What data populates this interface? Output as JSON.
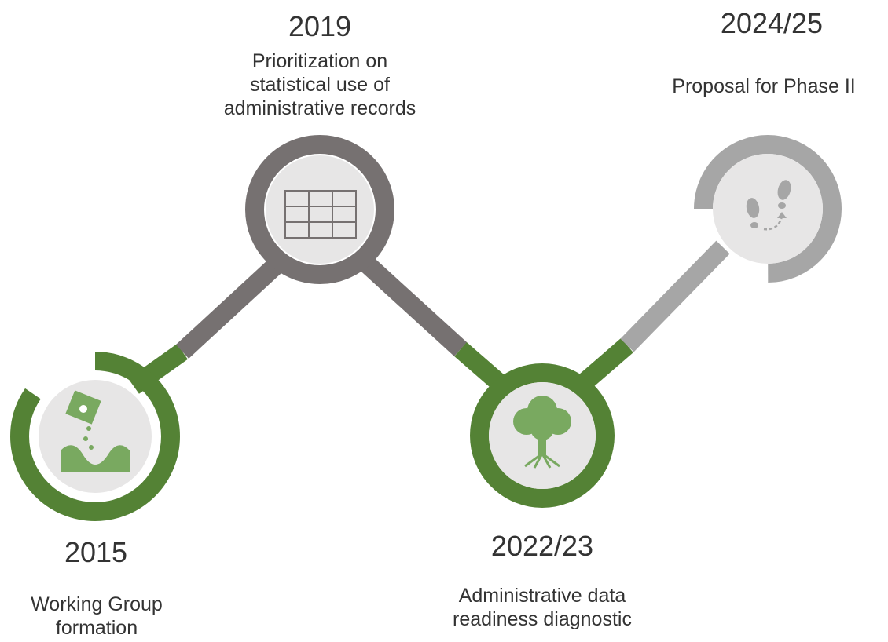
{
  "colors": {
    "green": "#548235",
    "green_light": "#79A960",
    "dark_gray": "#767171",
    "mid_gray": "#A6A6A6",
    "circle_fill": "#E7E6E6",
    "text": "#333333"
  },
  "milestones": [
    {
      "year": "2015",
      "lines": [
        "Working Group",
        "formation"
      ],
      "icon": "seed-planting-icon",
      "color": "green"
    },
    {
      "year": "2019",
      "lines": [
        "Prioritization on",
        "statistical use of",
        "administrative records"
      ],
      "icon": "table-grid-icon",
      "color": "dark_gray"
    },
    {
      "year": "2022/23",
      "lines": [
        "Administrative data",
        "readiness diagnostic"
      ],
      "icon": "tree-icon",
      "color": "green"
    },
    {
      "year": "2024/25",
      "lines": [
        "Proposal for Phase II"
      ],
      "icon": "footsteps-icon",
      "color": "mid_gray"
    }
  ]
}
